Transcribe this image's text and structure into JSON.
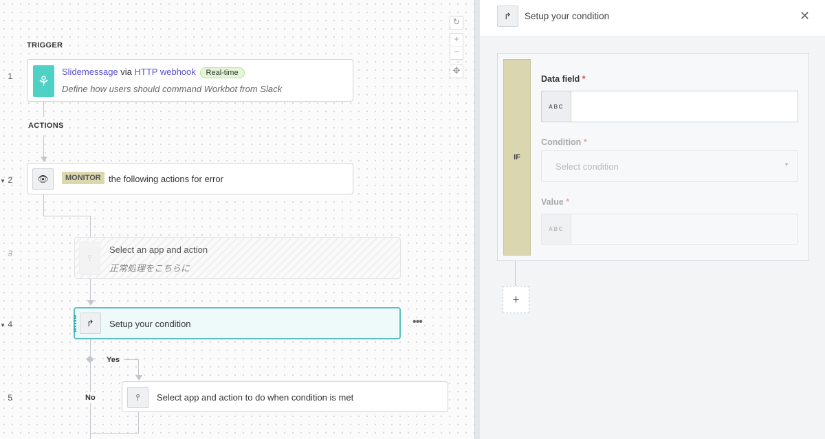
{
  "canvas": {
    "trigger_label": "TRIGGER",
    "actions_label": "ACTIONS",
    "steps": [
      {
        "number": "1",
        "app": "Slidemessage",
        "via": "via",
        "connector": "HTTP webhook",
        "badge": "Real-time",
        "description": "Define how users should command Workbot from Slack"
      },
      {
        "number": "2",
        "badge": "MONITOR",
        "text": "the following actions for error"
      },
      {
        "number": "3",
        "title": "Select an app and action",
        "description": "正常処理をこちらに"
      },
      {
        "number": "4",
        "title": "Setup your condition"
      },
      {
        "number": "5",
        "title": "Select app and action to do when condition is met"
      }
    ],
    "branch": {
      "yes": "Yes",
      "no": "No"
    },
    "controls": {
      "reset": "↻",
      "zoom_in": "+",
      "zoom_out": "−",
      "fit": "✥"
    }
  },
  "panel": {
    "title": "Setup your condition",
    "close": "✕",
    "if_label": "IF",
    "fields": [
      {
        "label": "Data field",
        "required": "*",
        "type_badge": "ABC",
        "value": ""
      },
      {
        "label": "Condition",
        "required": "*",
        "placeholder": "Select condition"
      },
      {
        "label": "Value",
        "required": "*",
        "type_badge": "ABC",
        "value": ""
      }
    ],
    "add": "+"
  },
  "colors": {
    "accent": "#5a4fcf",
    "teal": "#4fd1c5",
    "selected_border": "#5bc0be",
    "if_bar": "#d9d6b0"
  }
}
